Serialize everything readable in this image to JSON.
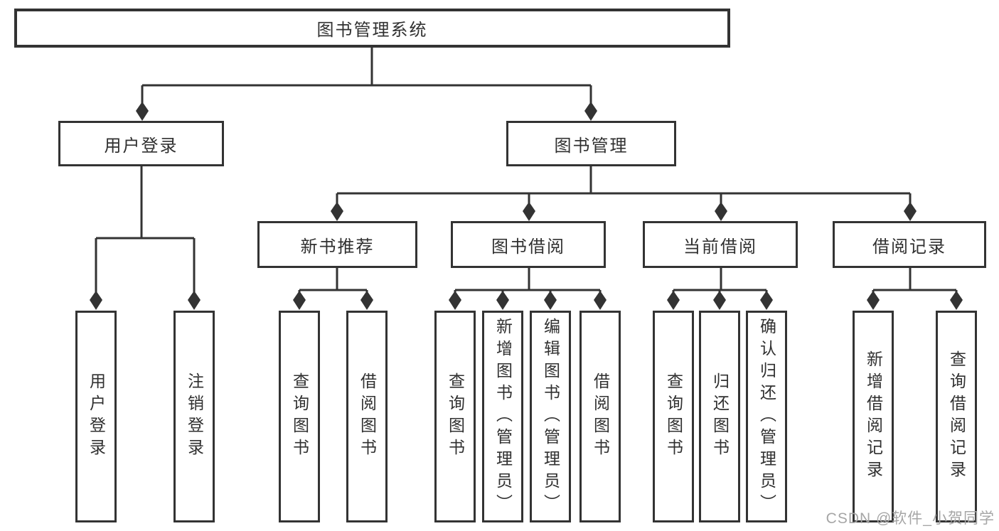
{
  "colors": {
    "line": "#333333",
    "box_border": "#333333",
    "box_fill": "#ffffff",
    "text": "#303030",
    "watermark": "#a6a6a6",
    "background": "#ffffff"
  },
  "diagram": {
    "root": {
      "label": "图书管理系统"
    },
    "branches": [
      {
        "label": "用户登录",
        "children": [
          {
            "label": "用户登录"
          },
          {
            "label": "注销登录"
          }
        ]
      },
      {
        "label": "图书管理",
        "sections": [
          {
            "label": "新书推荐",
            "children": [
              {
                "label": "查询图书"
              },
              {
                "label": "借阅图书"
              }
            ]
          },
          {
            "label": "图书借阅",
            "children": [
              {
                "label": "查询图书"
              },
              {
                "label": "新增图书（管理员）"
              },
              {
                "label": "编辑图书（管理员）"
              },
              {
                "label": "借阅图书"
              }
            ]
          },
          {
            "label": "当前借阅",
            "children": [
              {
                "label": "查询图书"
              },
              {
                "label": "归还图书"
              },
              {
                "label": "确认归还（管理员）"
              }
            ]
          },
          {
            "label": "借阅记录",
            "children": [
              {
                "label": "新增借阅记录"
              },
              {
                "label": "查询借阅记录"
              }
            ]
          }
        ]
      }
    ]
  },
  "watermark": {
    "text": "CSDN @软件_小贺同学"
  }
}
